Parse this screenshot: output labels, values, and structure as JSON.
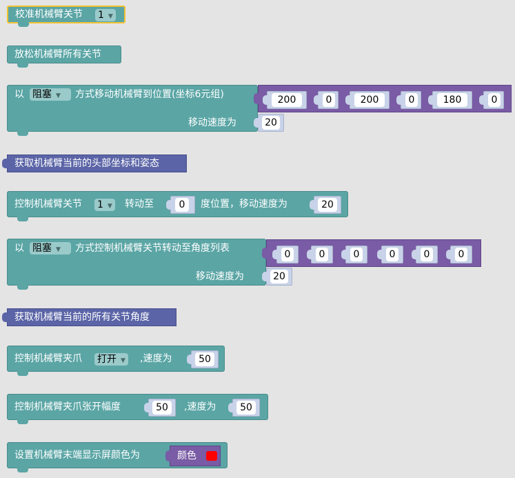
{
  "blocks": {
    "calibrate": {
      "label": "校准机械臂关节",
      "joint": "1"
    },
    "release": {
      "label": "放松机械臂所有关节"
    },
    "move_coords": {
      "prefix": "以",
      "mode": "阻塞",
      "label": "方式移动机械臂到位置(坐标6元组)",
      "values": [
        "200",
        "0",
        "200",
        "0",
        "180",
        "0"
      ],
      "speed_label": "移动速度为",
      "speed": "20"
    },
    "get_pose": {
      "label": "获取机械臂当前的头部坐标和姿态"
    },
    "joint_rotate": {
      "label": "控制机械臂关节",
      "joint": "1",
      "mid_label": "转动至",
      "angle": "0",
      "tail_label": "度位置，移动速度为",
      "speed": "20"
    },
    "move_angles": {
      "prefix": "以",
      "mode": "阻塞",
      "label": "方式控制机械臂关节转动至角度列表",
      "values": [
        "0",
        "0",
        "0",
        "0",
        "0",
        "0"
      ],
      "speed_label": "移动速度为",
      "speed": "20"
    },
    "get_angles": {
      "label": "获取机械臂当前的所有关节角度"
    },
    "gripper": {
      "label": "控制机械臂夹爪",
      "state": "打开",
      "speed_label": ",速度为",
      "speed": "50"
    },
    "gripper_open": {
      "label": "控制机械臂夹爪张开幅度",
      "value": "50",
      "speed_label": ",速度为",
      "speed": "50"
    },
    "screen_color": {
      "label": "设置机械臂末端显示屏颜色为",
      "color_label": "颜色",
      "color": "#ff0000"
    }
  },
  "colors": {
    "teal": "#5ba5a5",
    "purple": "#7a5ba5",
    "indigo": "#5a64a6",
    "highlight": "#f2c230"
  }
}
